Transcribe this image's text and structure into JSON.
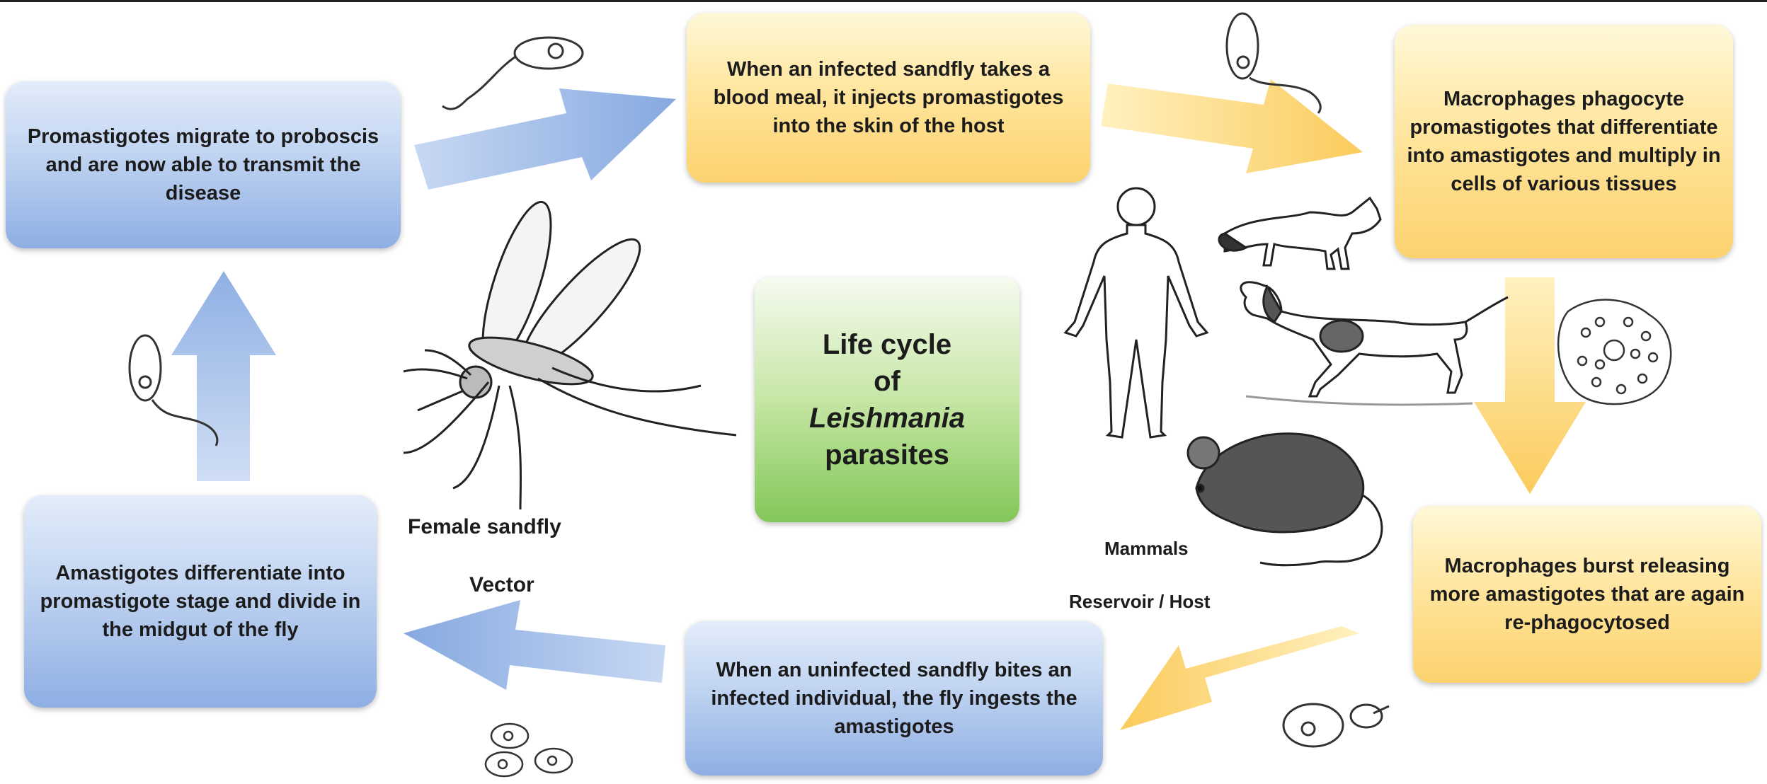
{
  "title": {
    "line1": "Life cycle",
    "line2": "of",
    "line3": "Leishmania",
    "line4": "parasites"
  },
  "boxes": {
    "promastigotes_migrate": "Promastigotes migrate to proboscis and are now able to transmit the disease",
    "blood_meal": "When an infected sandfly takes a blood meal, it injects promastigotes into the skin of the host",
    "macrophages_phagocyte": "Macrophages phagocyte promastigotes that differentiate into amastigotes and multiply in cells of various tissues",
    "macrophages_burst": "Macrophages burst releasing more amastigotes that are again re-phagocytosed",
    "uninfected_sandfly": "When an uninfected sandfly bites an infected individual, the fly ingests the amastigotes",
    "amastigotes_differentiate": "Amastigotes differentiate into promastigote stage and divide in the midgut of the fly"
  },
  "labels": {
    "female_sandfly": "Female sandfly",
    "vector": "Vector",
    "mammals": "Mammals",
    "reservoir_host": "Reservoir / Host"
  },
  "colors": {
    "blue_box": "#bfd3f1",
    "yellow_box": "#ffe49a",
    "green_box": "#c6e6a5",
    "blue_arrow": "#9fbde9",
    "yellow_arrow": "#fcd26e"
  }
}
